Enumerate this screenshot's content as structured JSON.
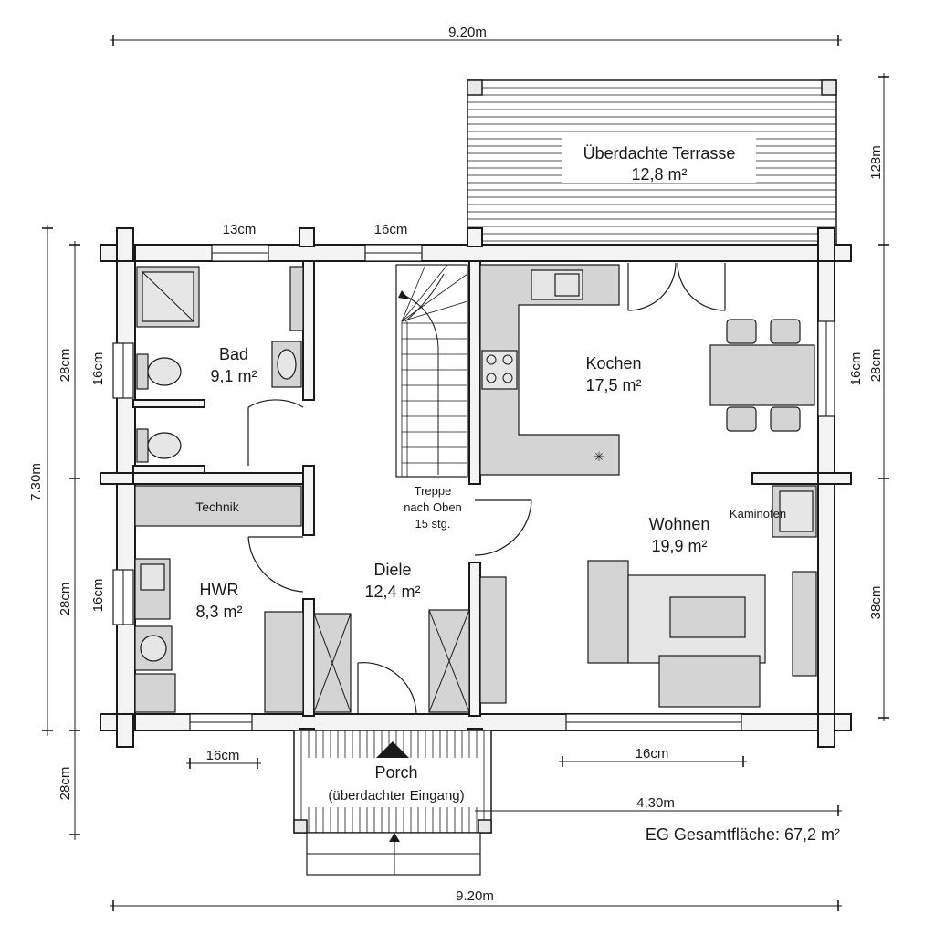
{
  "labels": {
    "terrace_name": "Überdachte Terrasse",
    "terrace_area": "12,8 m²",
    "bath_name": "Bad",
    "bath_area": "9,1 m²",
    "kitchen_name": "Kochen",
    "kitchen_area": "17,5 m²",
    "technik": "Technik",
    "stairs_line1": "Treppe",
    "stairs_line2": "nach Oben",
    "stairs_line3": "15 stg.",
    "hwr_name": "HWR",
    "hwr_area": "8,3 m²",
    "hall_name": "Diele",
    "hall_area": "12,4 m²",
    "living_name": "Wohnen",
    "living_area": "19,9 m²",
    "stove": "Kaminofen",
    "porch_name": "Porch",
    "porch_sub": "(überdachter Eingang)",
    "total_area": "EG Gesamtfläche: 67,2 m²"
  },
  "dimensions": {
    "top_width": "9.20m",
    "bottom_width": "9.20m",
    "left_height": "7.30m",
    "left_upper": "28cm",
    "left_lower": "28cm",
    "left_porch": "28cm",
    "left_win_upper": "16cm",
    "left_win_lower": "16cm",
    "right_terrace": "128m",
    "right_upper": "28cm",
    "right_win": "16cm",
    "right_lower": "38cm",
    "top_win_left": "13cm",
    "top_win_mid": "16cm",
    "bottom_win_left": "16cm",
    "bottom_win_right": "16cm",
    "right_partial": "4,30m"
  }
}
